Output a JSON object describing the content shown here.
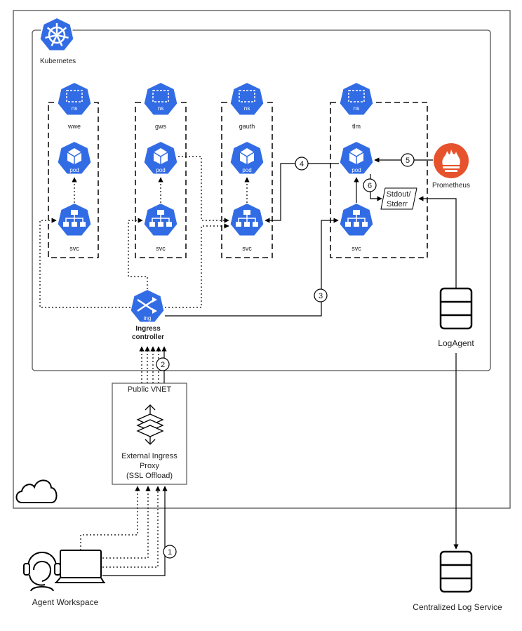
{
  "kubernetes": {
    "label": "Kubernetes"
  },
  "namespaces": [
    {
      "name": "wwe",
      "svc_label": "svc"
    },
    {
      "name": "gws",
      "svc_label": "svc"
    },
    {
      "name": "gauth",
      "svc_label": "svc"
    },
    {
      "name": "tlm",
      "svc_label": "svc"
    }
  ],
  "icons": {
    "ns": "ns",
    "pod": "pod",
    "ing": "ing"
  },
  "ingress": {
    "line1": "Ingress",
    "line2": "controller"
  },
  "prometheus": {
    "label": "Prometheus"
  },
  "stdout": {
    "line1": "Stdout/",
    "line2": "Stderr"
  },
  "logagent": {
    "label": "LogAgent"
  },
  "proxy": {
    "vnet": "Public VNET",
    "line1": "External Ingress",
    "line2": "Proxy",
    "line3": "(SSL Offload)"
  },
  "agent": {
    "label": "Agent Workspace"
  },
  "central_log": {
    "label": "Centralized Log Service"
  },
  "steps": [
    "1",
    "2",
    "3",
    "4",
    "5",
    "6"
  ],
  "colors": {
    "k8s_blue": "#326CE5",
    "prometheus_orange": "#E6522C"
  }
}
